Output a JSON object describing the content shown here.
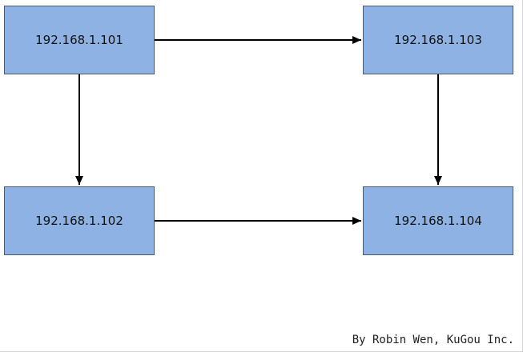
{
  "nodes": {
    "n101": "192.168.1.101",
    "n102": "192.168.1.102",
    "n103": "192.168.1.103",
    "n104": "192.168.1.104"
  },
  "edges": [
    {
      "from": "192.168.1.101",
      "to": "192.168.1.103"
    },
    {
      "from": "192.168.1.101",
      "to": "192.168.1.102"
    },
    {
      "from": "192.168.1.103",
      "to": "192.168.1.104"
    },
    {
      "from": "192.168.1.102",
      "to": "192.168.1.104"
    }
  ],
  "colors": {
    "node_fill": "#8eb2e3",
    "node_border": "#4a5a73",
    "arrow": "#000000"
  },
  "footer": {
    "credit": "By Robin Wen, KuGou Inc."
  }
}
